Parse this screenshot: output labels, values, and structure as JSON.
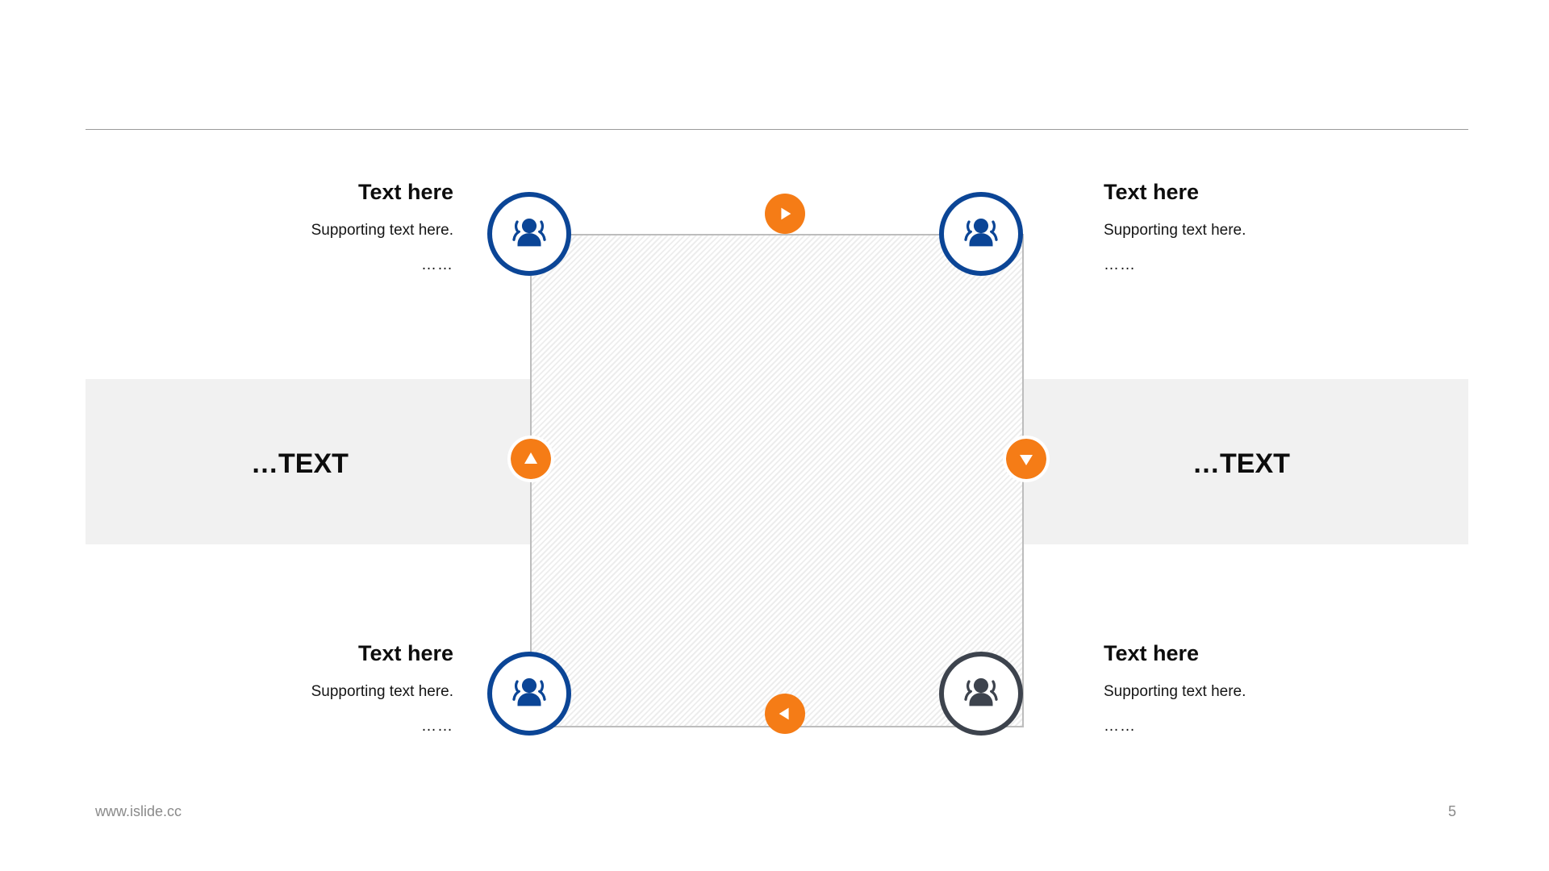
{
  "slide": {
    "page_number": "5",
    "footer_url": "www.islide.cc",
    "accent_orange": "#f57c16",
    "accent_blue": "#0b4596",
    "accent_dark": "#3d434d",
    "band_gray": "#f1f1f1",
    "rule_gray": "#9a9a9a"
  },
  "blocks": {
    "top_left": {
      "title": "Text here",
      "support": "Supporting text here.",
      "dots": "……"
    },
    "top_right": {
      "title": "Text here",
      "support": "Supporting text here.",
      "dots": "……"
    },
    "bottom_left": {
      "title": "Text here",
      "support": "Supporting text here.",
      "dots": "……"
    },
    "bottom_right": {
      "title": "Text here",
      "support": "Supporting text here.",
      "dots": "……"
    }
  },
  "side_labels": {
    "left": "…TEXT",
    "right": "…TEXT"
  },
  "nodes": [
    {
      "position": "top-left",
      "icon": "people-icon",
      "color": "#0b4596"
    },
    {
      "position": "top-right",
      "icon": "people-icon",
      "color": "#0b4596"
    },
    {
      "position": "bottom-left",
      "icon": "people-icon",
      "color": "#0b4596"
    },
    {
      "position": "bottom-right",
      "icon": "people-icon",
      "color": "#3d434d"
    }
  ],
  "markers": [
    {
      "position": "top",
      "icon": "arrow-right-icon",
      "color": "#f57c16"
    },
    {
      "position": "right",
      "icon": "arrow-down-icon",
      "color": "#f57c16"
    },
    {
      "position": "bottom",
      "icon": "arrow-left-icon",
      "color": "#f57c16"
    },
    {
      "position": "left",
      "icon": "arrow-up-icon",
      "color": "#f57c16"
    }
  ]
}
